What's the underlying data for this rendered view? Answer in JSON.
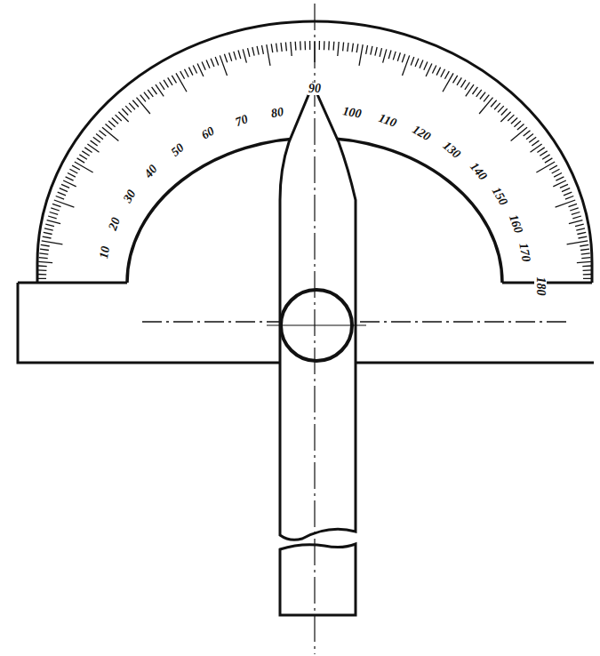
{
  "diagram": {
    "labels": [
      "10",
      "20",
      "30",
      "40",
      "50",
      "60",
      "70",
      "80",
      "90",
      "100",
      "110",
      "120",
      "130",
      "140",
      "150",
      "160",
      "170",
      "180"
    ]
  }
}
